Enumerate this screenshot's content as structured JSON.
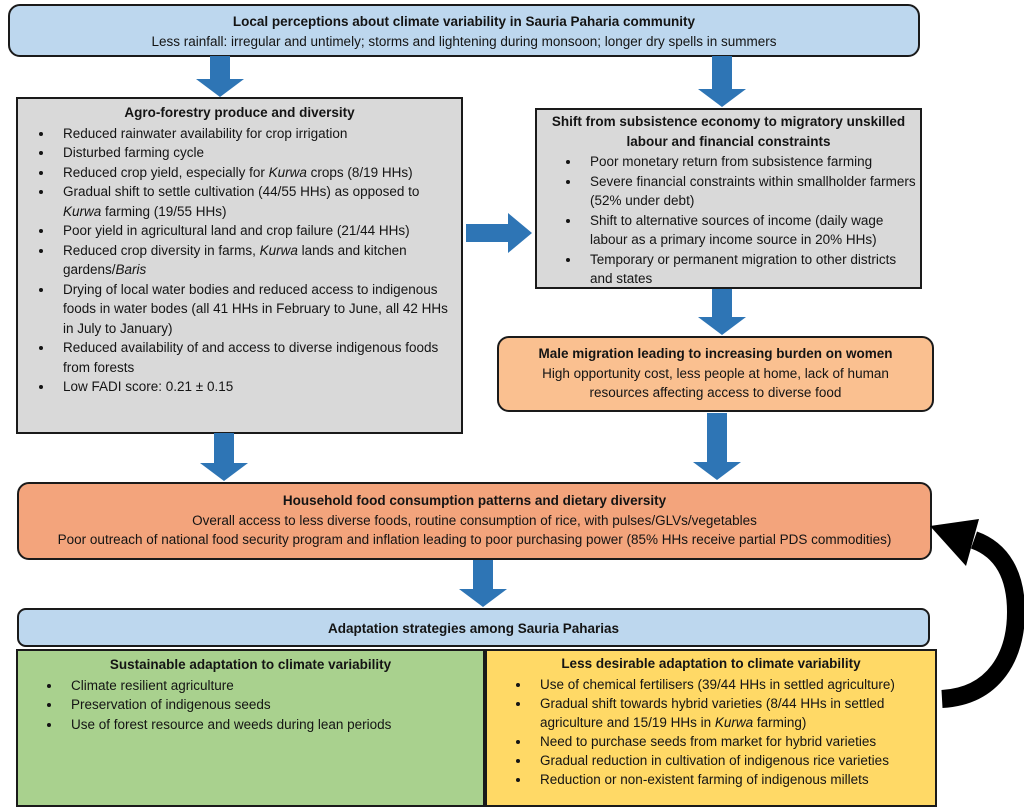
{
  "perception": {
    "title": "Local perceptions about climate variability in Sauria Paharia community",
    "subtitle": "Less rainfall: irregular and untimely; storms and lightening during monsoon; longer dry spells in summers"
  },
  "agro": {
    "title": "Agro-forestry produce and diversity",
    "bullets": [
      [
        {
          "t": "Reduced rainwater availability for crop irrigation"
        }
      ],
      [
        {
          "t": "Disturbed farming cycle"
        }
      ],
      [
        {
          "t": "Reduced crop yield, especially for "
        },
        {
          "t": "Kurwa",
          "i": true
        },
        {
          "t": " crops (8/19 HHs)"
        }
      ],
      [
        {
          "t": "Gradual shift to settle cultivation (44/55 HHs) as opposed to "
        },
        {
          "t": "Kurwa",
          "i": true
        },
        {
          "t": " farming (19/55 HHs)"
        }
      ],
      [
        {
          "t": "Poor yield in agricultural land and crop failure (21/44 HHs)"
        }
      ],
      [
        {
          "t": "Reduced crop diversity in farms, "
        },
        {
          "t": "Kurwa",
          "i": true
        },
        {
          "t": " lands and kitchen gardens/"
        },
        {
          "t": "Baris",
          "i": true
        }
      ],
      [
        {
          "t": "Drying of local water bodies and reduced access to indigenous foods in water bodes (all 41 HHs in February to June, all 42 HHs in July to January)"
        }
      ],
      [
        {
          "t": "Reduced availability of and access to diverse indigenous foods from forests"
        }
      ],
      [
        {
          "t": "Low FADI score: 0.21 ± 0.15"
        }
      ]
    ]
  },
  "shift": {
    "title": "Shift from subsistence economy to migratory unskilled labour and financial constraints",
    "bullets": [
      [
        {
          "t": "Poor monetary return from subsistence farming"
        }
      ],
      [
        {
          "t": "Severe financial constraints within smallholder farmers (52% under debt)"
        }
      ],
      [
        {
          "t": "Shift to alternative sources of income (daily wage labour as a primary income source in 20% HHs)"
        }
      ],
      [
        {
          "t": "Temporary or permanent migration to other districts and states"
        }
      ]
    ]
  },
  "migration": {
    "title": "Male migration leading to increasing burden on women",
    "body": "High opportunity cost, less people at home, lack of human resources affecting access to diverse food"
  },
  "food": {
    "title": "Household food consumption patterns and dietary diversity",
    "line1": "Overall access to less diverse foods, routine consumption of rice, with pulses/GLVs/vegetables",
    "line2": "Poor outreach of national food security program and inflation leading to poor purchasing power (85% HHs receive partial PDS commodities)"
  },
  "adaptation": {
    "title": "Adaptation strategies among Sauria Paharias"
  },
  "sustainable": {
    "title": "Sustainable adaptation to climate variability",
    "bullets": [
      [
        {
          "t": "Climate resilient agriculture"
        }
      ],
      [
        {
          "t": "Preservation of indigenous seeds"
        }
      ],
      [
        {
          "t": "Use of forest resource and weeds during lean periods"
        }
      ]
    ]
  },
  "less_desirable": {
    "title": "Less desirable adaptation to climate variability",
    "bullets": [
      [
        {
          "t": "Use of chemical fertilisers (39/44 HHs in settled agriculture)"
        }
      ],
      [
        {
          "t": "Gradual shift towards hybrid varieties (8/44 HHs in settled agriculture and 15/19 HHs in "
        },
        {
          "t": "Kurwa",
          "i": true
        },
        {
          "t": " farming)"
        }
      ],
      [
        {
          "t": "Need to purchase seeds from market for hybrid varieties"
        }
      ],
      [
        {
          "t": "Gradual reduction in cultivation of indigenous rice varieties"
        }
      ],
      [
        {
          "t": "Reduction or non-existent farming of indigenous millets"
        }
      ]
    ]
  },
  "colors": {
    "light_blue": "#BDD7EE",
    "gray": "#D9D9D9",
    "light_orange": "#FAC090",
    "salmon": "#F3A47C",
    "green": "#A9D18E",
    "yellow": "#FFD966",
    "arrow_blue": "#2E75B5",
    "arrow_blue_edge": "#1F5C96",
    "arrow_black": "#000000"
  }
}
